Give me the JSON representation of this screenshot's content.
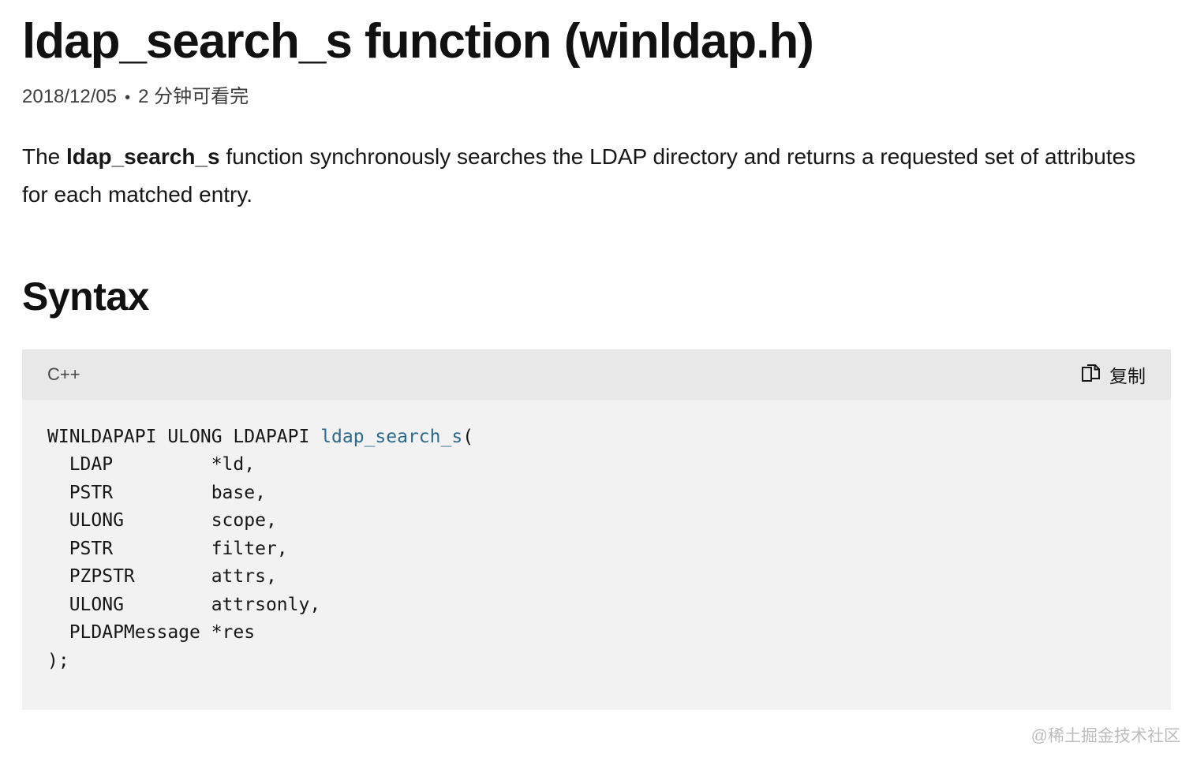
{
  "header": {
    "title": "ldap_search_s function (winldap.h)",
    "date": "2018/12/05",
    "separator": "•",
    "read_time": "2 分钟可看完"
  },
  "intro": {
    "text_before": "The ",
    "function_name": "ldap_search_s",
    "text_after": " function synchronously searches the LDAP directory and returns a requested set of attributes for each matched entry."
  },
  "syntax_section": {
    "heading": "Syntax",
    "code_block": {
      "language_label": "C++",
      "copy_button_label": "复制",
      "copy_icon": "copy-pages-icon",
      "code_lines": [
        [
          {
            "t": "WINLDAPAPI ULONG LDAPAPI ",
            "c": "plain"
          },
          {
            "t": "ldap_search_s",
            "c": "function"
          },
          {
            "t": "(",
            "c": "plain"
          }
        ],
        [
          {
            "t": "  LDAP         *ld,",
            "c": "plain"
          }
        ],
        [
          {
            "t": "  PSTR         base,",
            "c": "plain"
          }
        ],
        [
          {
            "t": "  ULONG        scope,",
            "c": "plain"
          }
        ],
        [
          {
            "t": "  PSTR         filter,",
            "c": "plain"
          }
        ],
        [
          {
            "t": "  PZPSTR       attrs,",
            "c": "plain"
          }
        ],
        [
          {
            "t": "  ULONG        attrsonly,",
            "c": "plain"
          }
        ],
        [
          {
            "t": "  PLDAPMessage *res",
            "c": "plain"
          }
        ],
        [
          {
            "t": ");",
            "c": "plain"
          }
        ]
      ],
      "colors": {
        "function_name": "#2d6a8c",
        "header_bg": "#e8e8e8",
        "body_bg": "#f2f2f2"
      }
    }
  },
  "watermark": "@稀土掘金技术社区"
}
